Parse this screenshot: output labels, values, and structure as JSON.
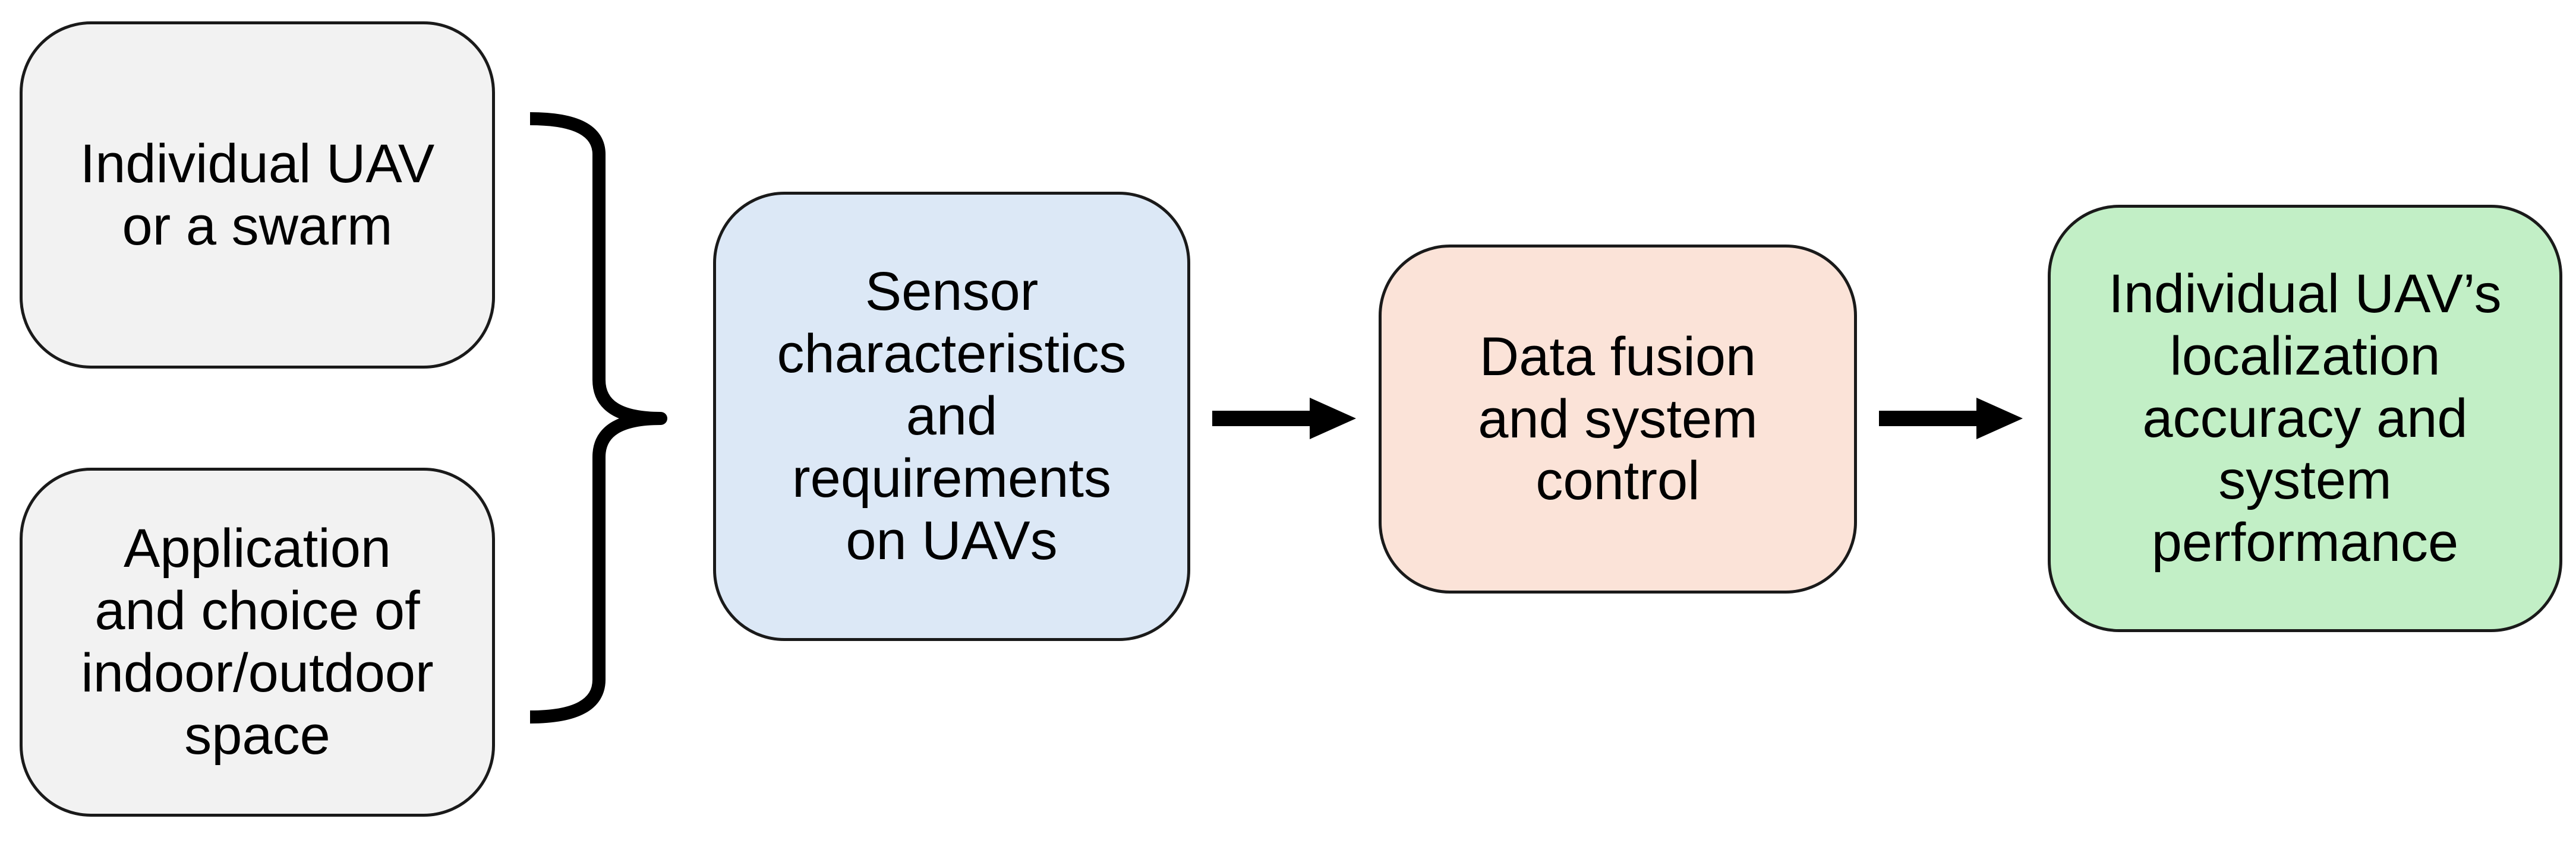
{
  "diagram": {
    "inputs": [
      {
        "label": "Individual UAV\nor a swarm",
        "fill": "#f2f2f2"
      },
      {
        "label": "Application\nand choice of\nindoor/outdoor\nspace",
        "fill": "#f2f2f2"
      }
    ],
    "sensor": {
      "label": "Sensor\ncharacteristics\nand\nrequirements\non UAVs",
      "fill": "#dce8f6"
    },
    "fusion": {
      "label": "Data fusion\nand system\ncontrol",
      "fill": "#fbe3d8"
    },
    "output": {
      "label": "Individual UAV’s\nlocalization\naccuracy and\nsystem\nperformance",
      "fill": "#c2efc6"
    },
    "colors": {
      "stroke": "#1a1a1a",
      "arrow": "#000000"
    },
    "icons": {
      "grouping": "curly-brace-icon",
      "flow": "right-arrow-icon"
    }
  }
}
